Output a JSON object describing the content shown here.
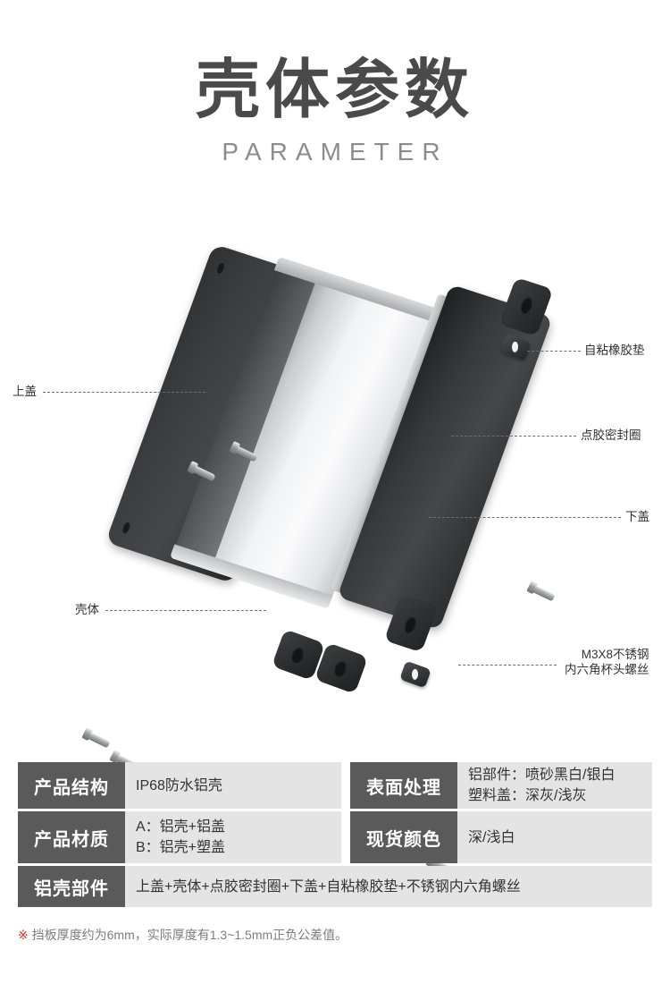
{
  "header": {
    "title": "壳体参数",
    "subtitle": "PARAMETER"
  },
  "diagram": {
    "labels": {
      "top_cover": "上盖",
      "housing": "壳体",
      "rubber_pad": "自粘橡胶垫",
      "seal_ring": "点胶密封圈",
      "bottom_cover": "下盖",
      "screw_line1": "M3X8不锈钢",
      "screw_line2": "内六角杯头螺丝"
    }
  },
  "spec_table": {
    "rows": [
      {
        "left_label": "产品结构",
        "left_value": "IP68防水铝壳",
        "right_label": "表面处理",
        "right_value_line1": "铝部件：喷砂黑白/银白",
        "right_value_line2": "塑料盖：深灰/浅灰"
      },
      {
        "left_label": "产品材质",
        "left_value_line1": "A：铝壳+铝盖",
        "left_value_line2": "B：铝壳+塑盖",
        "right_label": "现货颜色",
        "right_value": "深/浅白"
      }
    ],
    "full_row": {
      "label": "铝壳部件",
      "value": "上盖+壳体+点胶密封圈+下盖+自粘橡胶垫+不锈钢内六角螺丝"
    }
  },
  "footnote": {
    "mark": "※",
    "text": "挡板厚度约为6mm，实际厚度有1.3~1.5mm正负公差值。"
  },
  "colors": {
    "label_cell_bg": "#5a5a5a",
    "value_cell_bg": "#e4e4e4",
    "title_text": "#4a4a4a",
    "subtitle_text": "#8c8c8c",
    "footnote_mark": "#e03024",
    "footnote_text": "#7d7d7d"
  }
}
